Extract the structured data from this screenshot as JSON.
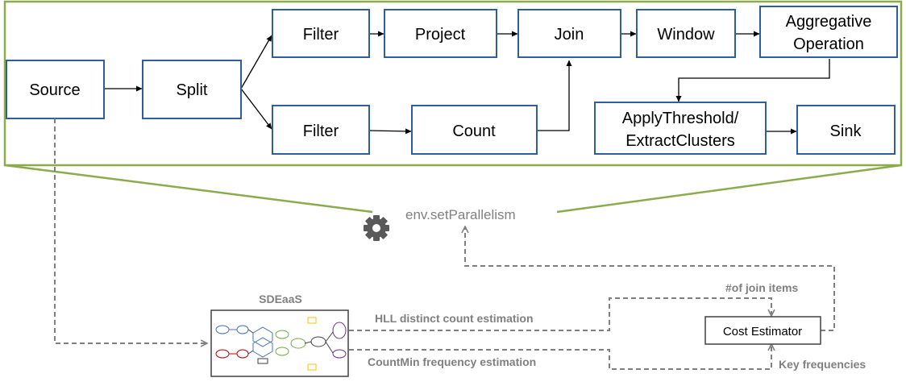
{
  "pipeline": {
    "nodes": {
      "source": "Source",
      "split": "Split",
      "filter_top": "Filter",
      "project": "Project",
      "join": "Join",
      "window": "Window",
      "agg_line1": "Aggregative",
      "agg_line2": "Operation",
      "filter_bottom": "Filter",
      "count": "Count",
      "apply_line1": "ApplyThreshold/",
      "apply_line2": "ExtractClusters",
      "sink": "Sink"
    }
  },
  "parallelism_label": "env.setParallelism",
  "sdeaas_title": "SDEaaS",
  "hll_label": "HLL distinct count estimation",
  "countmin_label": "CountMin frequency estimation",
  "cost_estimator": "Cost Estimator",
  "join_items_label": "#of join items",
  "key_freq_label": "Key frequencies",
  "icons": {
    "settings": "gear-icon"
  },
  "colors": {
    "box_border": "#2e5e9e",
    "zoom_frame": "#8cab4c",
    "dashed": "#7f7f7f",
    "label_gray": "#808080",
    "icon_gray": "#595959"
  }
}
